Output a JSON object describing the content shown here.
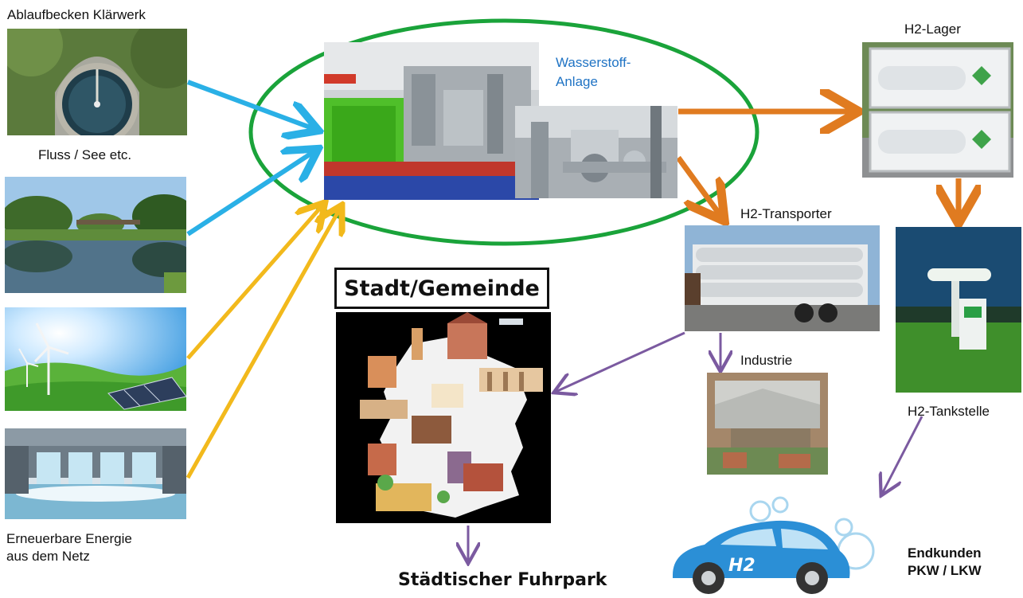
{
  "sources": {
    "clarifier_label": "Ablaufbecken  Klärwerk",
    "river_label": "Fluss / See etc.",
    "renewable_label_line1": "Erneuerbare Energie",
    "renewable_label_line2": "aus dem Netz"
  },
  "plant": {
    "label_line1": "Wasserstoff-",
    "label_line2": "Anlage",
    "label_color": "#1f73c4"
  },
  "storage": {
    "label": "H2-Lager"
  },
  "transporter": {
    "label": "H2-Transporter"
  },
  "station": {
    "label": "H2-Tankstelle"
  },
  "industry": {
    "label": "Industrie"
  },
  "city": {
    "title": "Stadt/Gemeinde",
    "fleet_label": "Städtischer Fuhrpark"
  },
  "customers": {
    "label_line1": "Endkunden",
    "label_line2": "PKW / LKW",
    "car_badge": "H2"
  },
  "colors": {
    "water_arrow": "#2ab0e6",
    "energy_arrow": "#f2b91c",
    "hydrogen_arrow": "#e07b20",
    "distribution_arrow": "#7b5aa0",
    "plant_ellipse": "#1aa33a"
  }
}
